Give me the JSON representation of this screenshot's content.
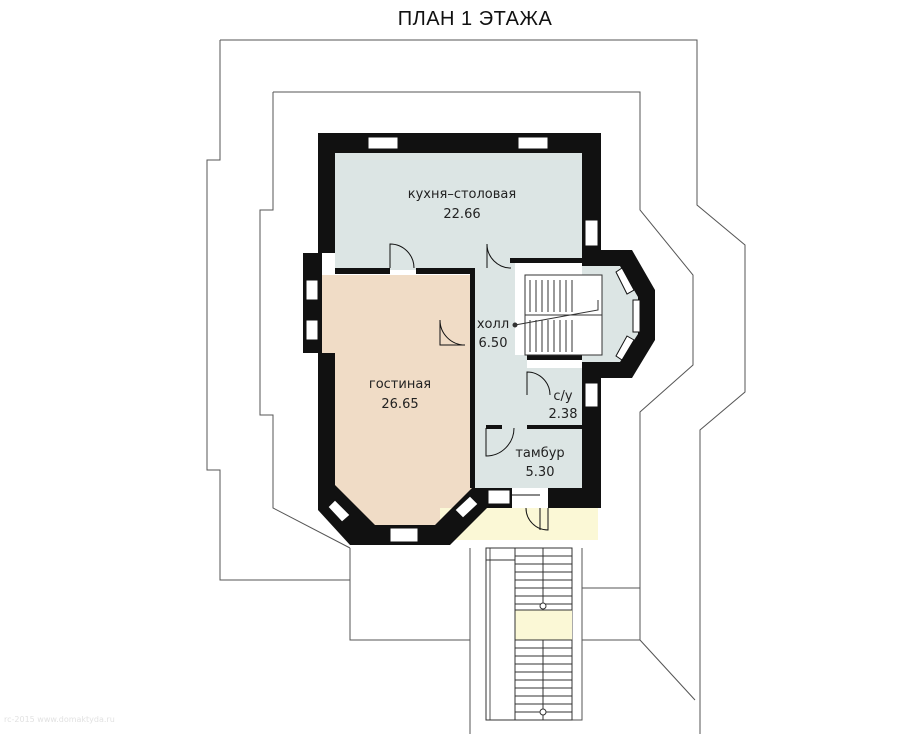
{
  "title": "ПЛАН 1 ЭТАЖА",
  "colors": {
    "wall": "#111111",
    "kitchen_fill": "#dce5e4",
    "living_fill": "#f0dcc6",
    "hall_fill": "#dce5e4",
    "porch_fill": "#fbf8d6",
    "outline": "#555555"
  },
  "rooms": {
    "kitchen": {
      "name": "кухня–столовая",
      "area": "22.66"
    },
    "hall": {
      "name": "холл",
      "area": "6.50"
    },
    "living": {
      "name": "гостиная",
      "area": "26.65"
    },
    "wc": {
      "name": "с/у",
      "area": "2.38"
    },
    "vestibule": {
      "name": "тамбур",
      "area": "5.30"
    }
  },
  "watermark": "rc-2015 www.domaktyda.ru"
}
